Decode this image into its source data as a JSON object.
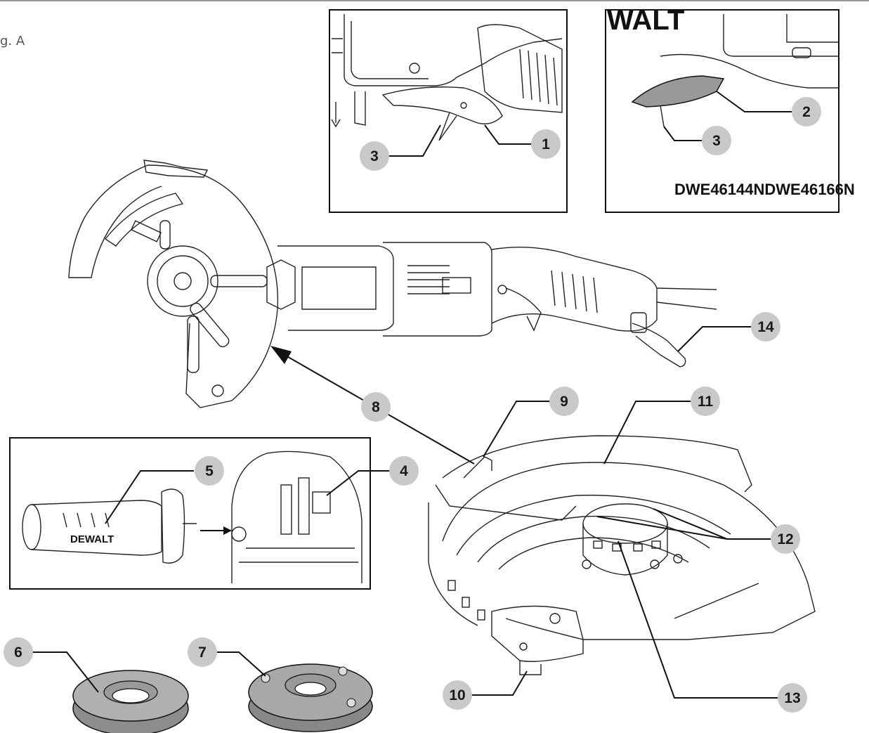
{
  "figure": {
    "fig_label": "g. A",
    "model_text": "DWE46144NDWE46166N",
    "brand_text": "DEWALT",
    "brand_partial": "WALT",
    "callouts": [
      "1",
      "2",
      "3",
      "3",
      "4",
      "5",
      "6",
      "7",
      "8",
      "9",
      "10",
      "11",
      "12",
      "13",
      "14"
    ]
  },
  "colors": {
    "callout_fill": "#c9c9c9",
    "line": "#111111",
    "flange_fill": "#9a9a9a"
  }
}
